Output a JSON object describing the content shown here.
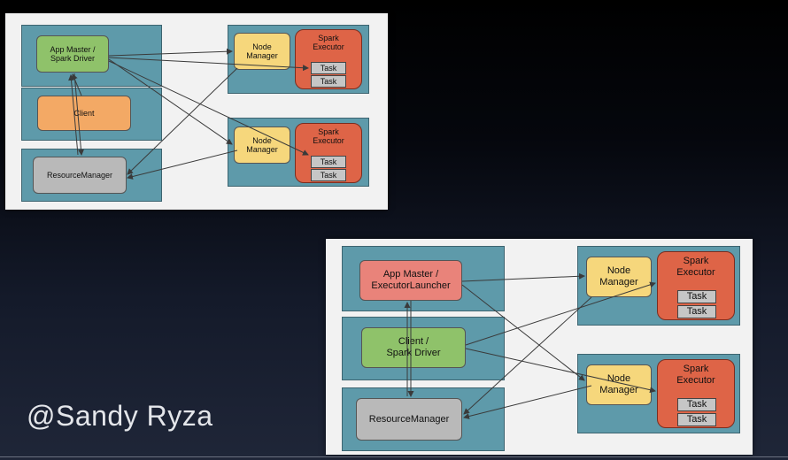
{
  "diagram_top": {
    "app_master": {
      "line1": "App Master /",
      "line2": "Spark Driver"
    },
    "client": "Client",
    "resource_manager": "ResourceManager",
    "node_manager": {
      "line1": "Node",
      "line2": "Manager"
    },
    "executor": {
      "line1": "Spark",
      "line2": "Executor"
    },
    "task": "Task"
  },
  "diagram_bottom": {
    "app_master": {
      "line1": "App Master /",
      "line2": "ExecutorLauncher"
    },
    "client": {
      "line1": "Client /",
      "line2": "Spark Driver"
    },
    "resource_manager": "ResourceManager",
    "node_manager": {
      "line1": "Node",
      "line2": "Manager"
    },
    "executor": {
      "line1": "Spark",
      "line2": "Executor"
    },
    "task": "Task"
  },
  "credit": "@Sandy Ryza",
  "colors": {
    "region": "#5e9aaa",
    "app_master_top": "#8fc26a",
    "app_master_bottom": "#e9837a",
    "client_top": "#f3a965",
    "client_bottom": "#8fc26a",
    "resource_manager": "#b9b9b9",
    "node_manager": "#f6d77c",
    "executor": "#de6447",
    "task": "#c6c6c6"
  }
}
